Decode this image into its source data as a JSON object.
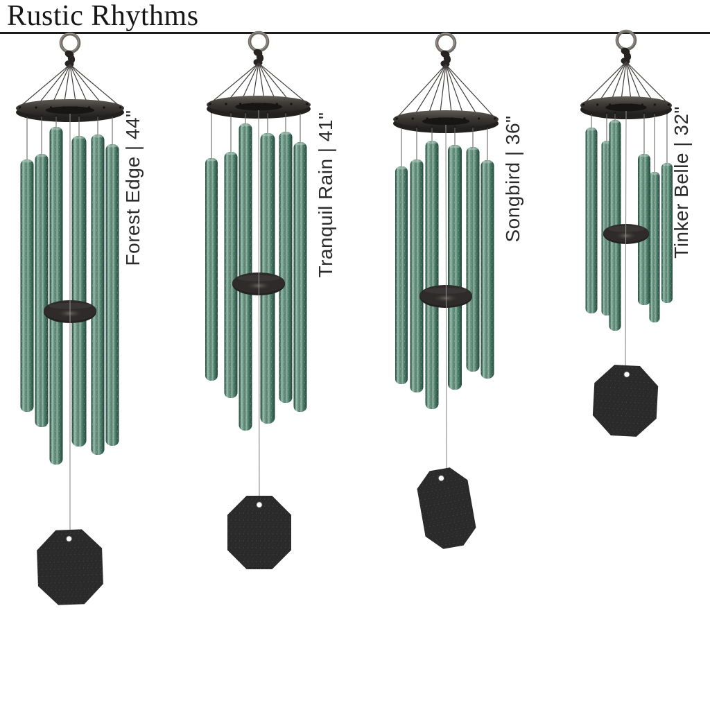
{
  "header": {
    "title": "Rustic Rhythms"
  },
  "chimes": [
    {
      "name": "Forest Edge",
      "size": "44\"",
      "label": "Forest Edge | 44\""
    },
    {
      "name": "Tranquil Rain",
      "size": "41\"",
      "label": "Tranquil Rain | 41\""
    },
    {
      "name": "Songbird",
      "size": "36\"",
      "label": "Songbird | 36\""
    },
    {
      "name": "Tinker Belle",
      "size": "32\"",
      "label": "Tinker Belle | 32\""
    }
  ],
  "colors": {
    "background": "#ffffff",
    "divider": "#1b1b1b",
    "title_text": "#161616",
    "label_text": "#2b2b2b",
    "tube_green_dark": "#24483c",
    "tube_green_mid": "#4e7b6a",
    "tube_green_light": "#9dbfae",
    "hardware_black": "#2e2b2a",
    "ring_metal": "#6e6a64",
    "string_gray": "#6b6862",
    "sail_black": "#2b2a2a"
  }
}
